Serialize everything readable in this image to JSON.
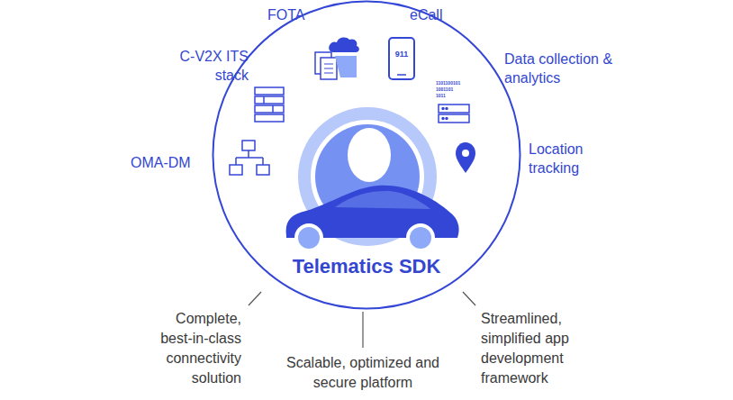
{
  "diagram": {
    "nodes": [
      {
        "text": [
          "Telematics SDK"
        ]
      }
    ],
    "labels": [
      "FOTA",
      "eCall",
      "C-V2X ITS stack",
      "Data collection & analytics",
      "OMA-DM",
      "Location tracking",
      "911",
      "1101100101",
      "1001101",
      "1011",
      "Complete, best-in-class connectivity solution",
      "Scalable, optimized and secure platform",
      "Streamlined, simplified app development framework"
    ]
  }
}
